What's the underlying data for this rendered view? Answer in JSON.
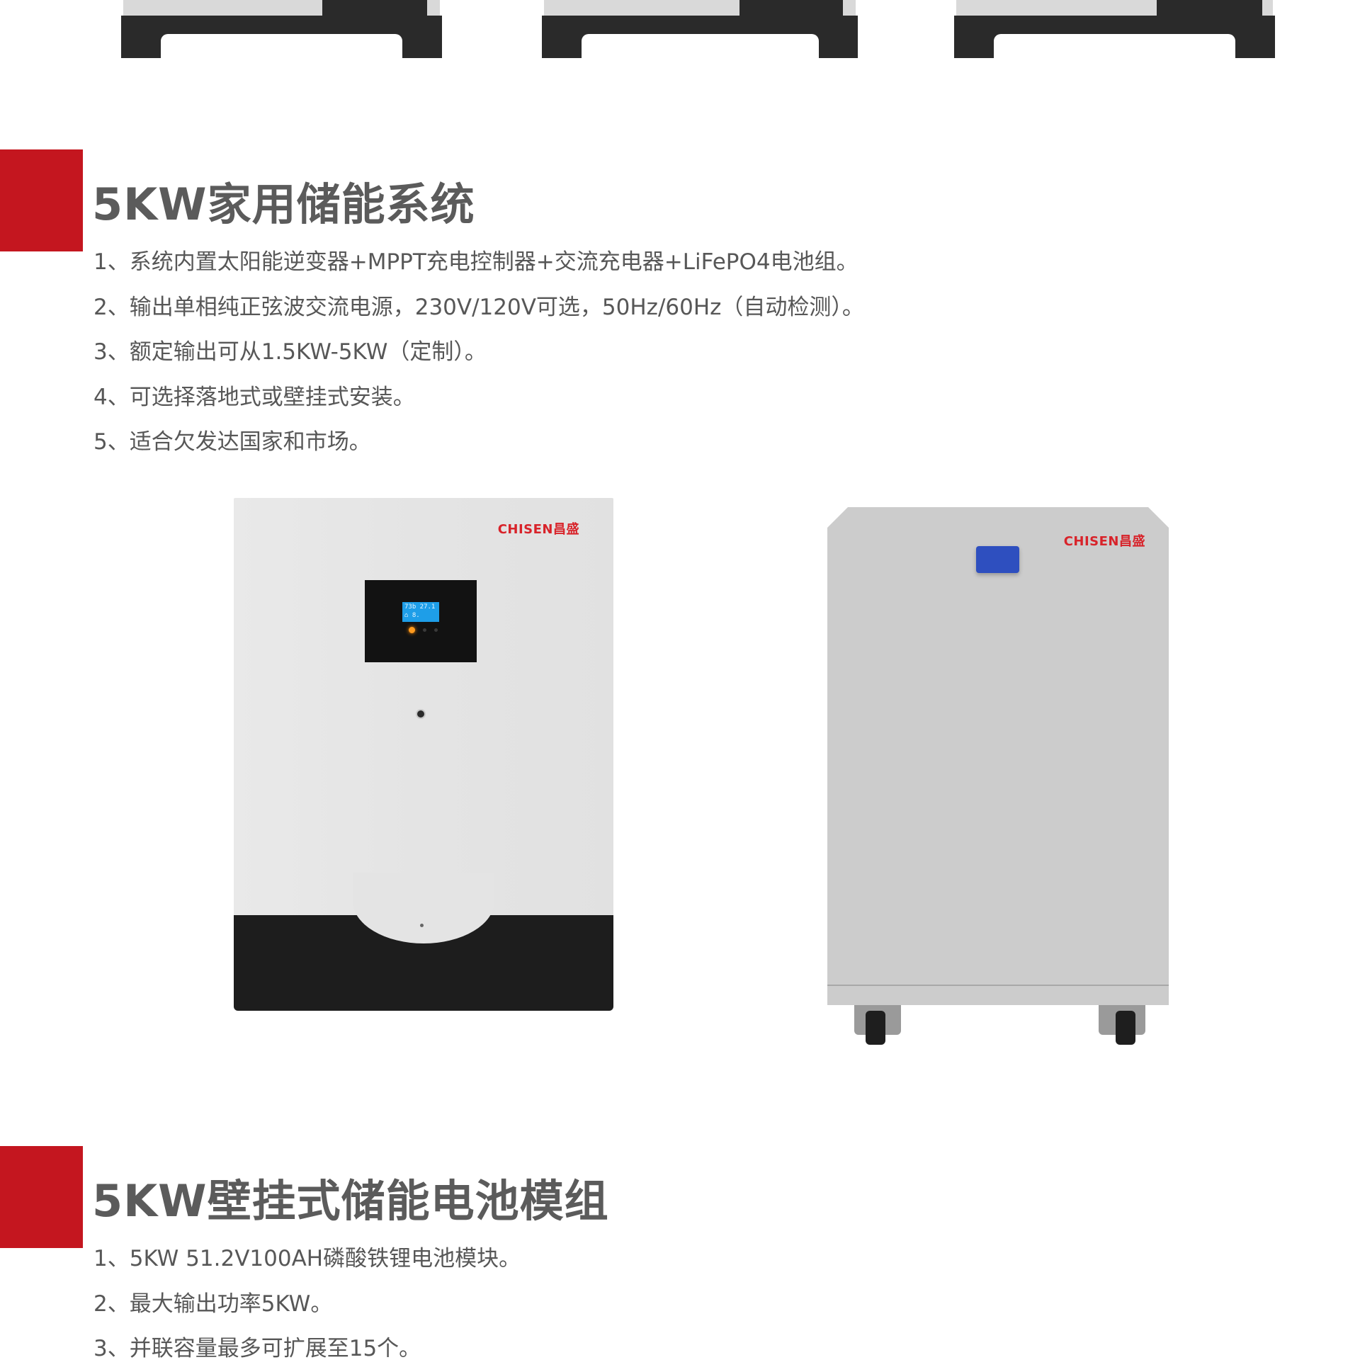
{
  "top_products": {
    "units": [
      {
        "label": "battery-unit-1"
      },
      {
        "label": "battery-unit-2"
      },
      {
        "label": "battery-unit-3"
      }
    ]
  },
  "section1": {
    "title": "5KW家用储能系统",
    "accent_color": "#c4161f",
    "features": [
      "1、系统内置太阳能逆变器+MPPT充电控制器+交流充电器+LiFePO4电池组。",
      "2、输出单相纯正弦波交流电源，230V/120V可选，50Hz/60Hz（自动检测）。",
      "3、额定输出可从1.5KW-5KW（定制）。",
      "4、可选择落地式或壁挂式安装。",
      "5、适合欠发达国家和市场。"
    ]
  },
  "products": {
    "inverter": {
      "brand": "CHISEN昌盛",
      "lcd_line1": "73b  27.1",
      "lcd_line2": "    ⌂ 8.",
      "led_color": "#ff9a1e"
    },
    "cabinet": {
      "brand": "CHISEN昌盛",
      "button_color": "#2e4fbf"
    }
  },
  "section2": {
    "title": "5KW壁挂式储能电池模组",
    "accent_color": "#c4161f",
    "features": [
      "1、5KW 51.2V100AH磷酸铁锂电池模块。",
      "2、最大输出功率5KW。",
      "3、并联容量最多可扩展至15个。"
    ]
  }
}
